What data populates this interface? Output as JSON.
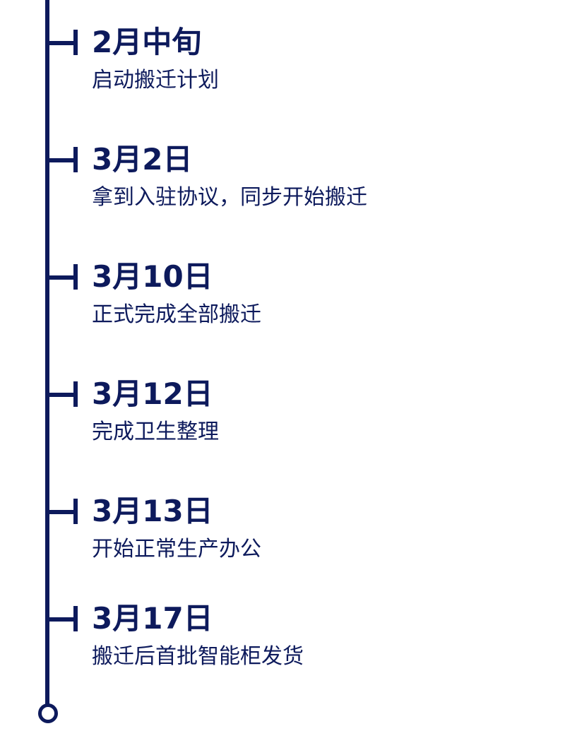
{
  "timeline": {
    "events": [
      {
        "date": "2月中旬",
        "description": "启动搬迁计划"
      },
      {
        "date": "3月2日",
        "description": "拿到入驻协议，同步开始搬迁"
      },
      {
        "date": "3月10日",
        "description": "正式完成全部搬迁"
      },
      {
        "date": "3月12日",
        "description": "完成卫生整理"
      },
      {
        "date": "3月13日",
        "description": "开始正常生产办公"
      },
      {
        "date": "3月17日",
        "description": "搬迁后首批智能柜发货"
      }
    ]
  }
}
